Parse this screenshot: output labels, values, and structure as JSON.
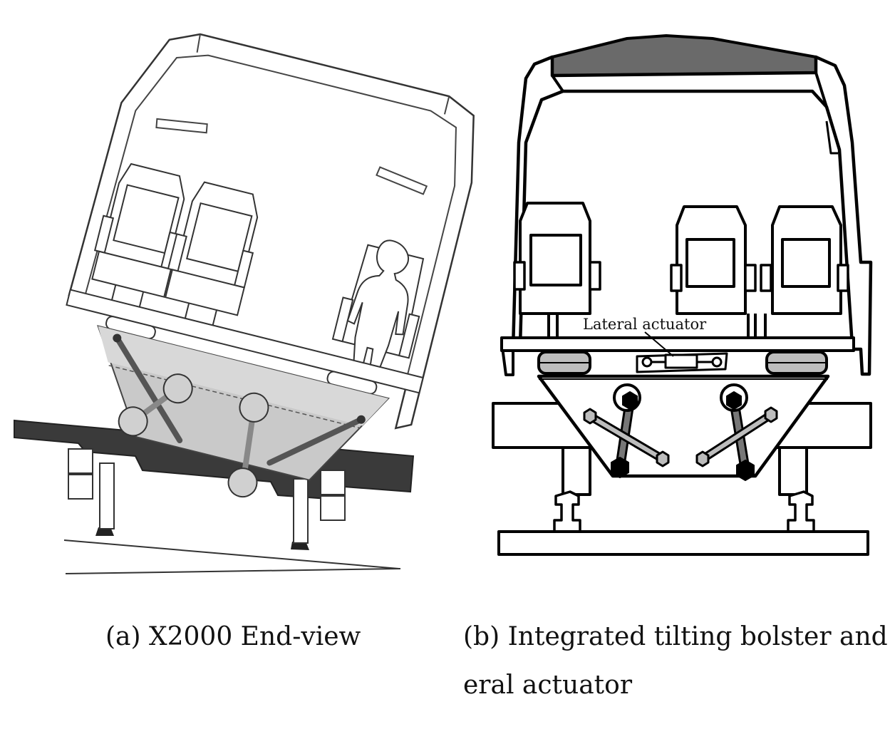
{
  "panel_a": {
    "caption_line1": "(a) X2000 End-view"
  },
  "panel_b": {
    "caption_line1": "(b) Integrated tilting bolster and lat",
    "caption_line2": "eral actuator",
    "annotation_lateral_actuator": "Lateral actuator"
  }
}
